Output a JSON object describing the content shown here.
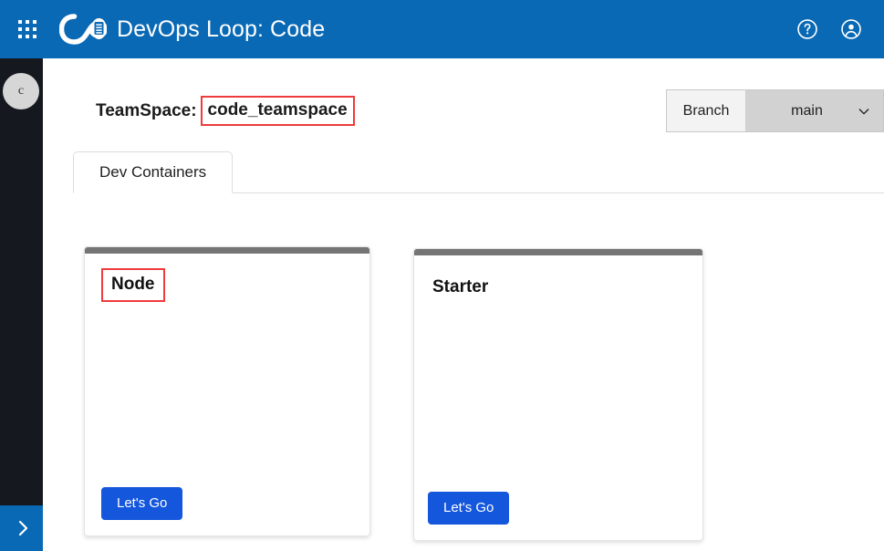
{
  "header": {
    "title": "DevOps Loop: Code",
    "waffle_icon": "app-grid-icon",
    "logo_icon": "devops-loop-logo-icon",
    "help_icon": "help-circle-icon",
    "account_icon": "account-circle-icon",
    "background_color": "#0a69b4"
  },
  "rail": {
    "avatar_initial": "c",
    "avatar_color": "#d6d6d6",
    "expand_icon": "chevron-right-icon",
    "expand_color": "#0a69b4",
    "background_color": "#15191f"
  },
  "topbar": {
    "teamspace_label": "TeamSpace:",
    "teamspace_value": "code_teamspace",
    "highlight_color": "#ef3b3b",
    "branch_label": "Branch",
    "branch_value": "main",
    "branch_chevron_icon": "chevron-down-icon",
    "branch_options": [
      "main"
    ]
  },
  "tabs": [
    {
      "label": "Dev Containers",
      "active": true
    }
  ],
  "cards": [
    {
      "title": "Node",
      "highlighted": true,
      "bar_color": "#757575",
      "button_label": "Let's Go",
      "button_color": "#1456dc"
    },
    {
      "title": "Starter",
      "highlighted": false,
      "bar_color": "#757575",
      "button_label": "Let's Go",
      "button_color": "#1456dc"
    }
  ]
}
